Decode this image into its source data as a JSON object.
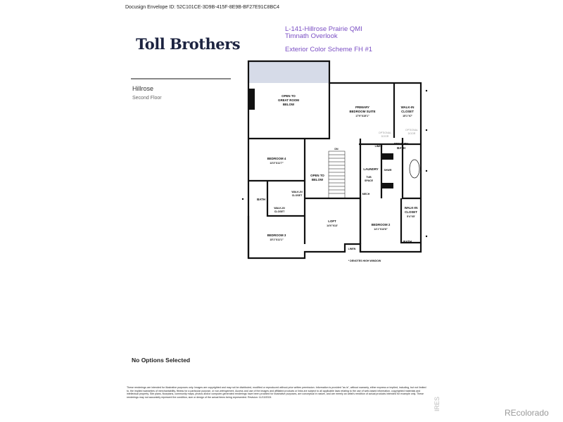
{
  "envelope_id": "Docusign Envelope ID: 52C101CE-3D9B-415F-8E9B-BF27E91C8BC4",
  "brand": "Toll Brothers",
  "lot_line1": "L-141-Hillrose Prairie QMI",
  "lot_line2": "Timnath Overlook",
  "color_scheme": "Exterior Color Scheme FH #1",
  "plan_name": "Hillrose",
  "floor": "Second Floor",
  "options": "No Options Selected",
  "rooms": {
    "great_room": [
      "OPEN TO",
      "GREAT ROOM",
      "BELOW"
    ],
    "primary_suite": [
      "PRIMARY",
      "BEDROOM SUITE",
      "17'9\"X15'1\""
    ],
    "walkin_primary": [
      "WALK-IN",
      "CLOSET",
      "15'1\"X7'"
    ],
    "optional_door_1": [
      "OPTIONAL",
      "DOOR"
    ],
    "optional_door_2": [
      "OPTIONAL",
      "DOOR"
    ],
    "primary_bath": [
      "PRIMARY",
      "BATH"
    ],
    "linen_top": "LINEN",
    "dn": "DN",
    "bedroom4": [
      "BEDROOM 4",
      "13'3\"X11'7\""
    ],
    "open_below": [
      "OPEN TO",
      "BELOW"
    ],
    "laundry": "LAUNDRY",
    "tub_space": [
      "TUB",
      "SPACE"
    ],
    "shower": "SHWR",
    "seat": "SEAT",
    "bath": "BATH",
    "walkin_linen": [
      "WALK-IN",
      "CLOSET"
    ],
    "walkin_b3": [
      "WALK-IN",
      "CLOSET"
    ],
    "mech": "MECH",
    "loft": [
      "LOFT",
      "14'6\"X13'"
    ],
    "walkin_b2": [
      "WALK-IN",
      "CLOSET",
      "5'4\"X5'"
    ],
    "bedroom2": [
      "BEDROOM 2",
      "14'1\"X13'8\""
    ],
    "bedroom3": [
      "BEDROOM 3",
      "15'1\"X11'1\""
    ],
    "bath2": "BATH",
    "linen_bottom": "LINEN"
  },
  "legend": "* DENOTES HIGH WINDOW",
  "disclaimer": "These renderings are intended for illustrative purposes only. Images are copyrighted and may not be distributed, modified or reproduced without prior written permission. Information is provided \"as is\", without warranty, either express or implied, including, but not limited to, the implied warranties of merchantability, fitness for a particular purpose, or non-infringement. Access and use of the images and affiliated products or links are subject to all applicable laws relating to the use of web-based information, copyrighted materials and intellectual property. Site plans, floorplans, community maps, photos and/or computer-generated renderings have been provided for illustrative purposes, are conceptual in nature, and are merely an artist's rendition of actual products intended for example only. These renderings may not accurately represent the condition, size or design of the actual items being represented. Revision: 11/13/2024",
  "res_mark": "IRES",
  "watermark": "REcolorado",
  "colors": {
    "brand": "#1c2340",
    "accent": "#7b4fc4",
    "open_area": "#d6dbe8"
  }
}
